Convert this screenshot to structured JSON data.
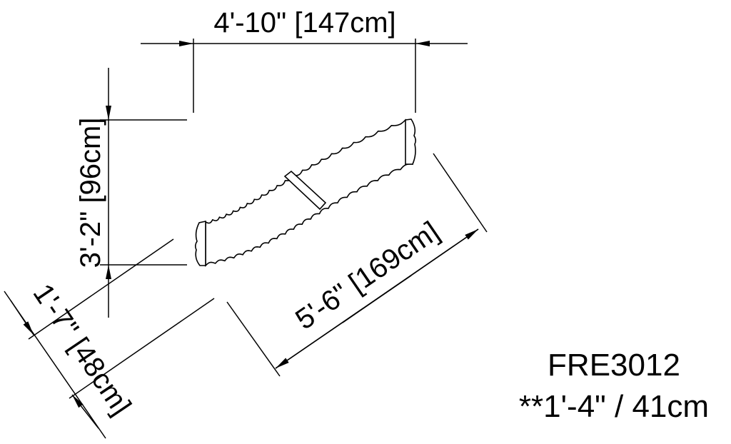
{
  "drawing": {
    "dimensions": {
      "width": "4'-10\" [147cm]",
      "height": "3'-2\" [96cm]",
      "length": "5'-6\" [169cm]",
      "depth": "1'-7\" [48cm]"
    },
    "model": "FRE3012",
    "note": "**1'-4\" / 41cm",
    "line_color": "#000000",
    "background": "#ffffff"
  }
}
